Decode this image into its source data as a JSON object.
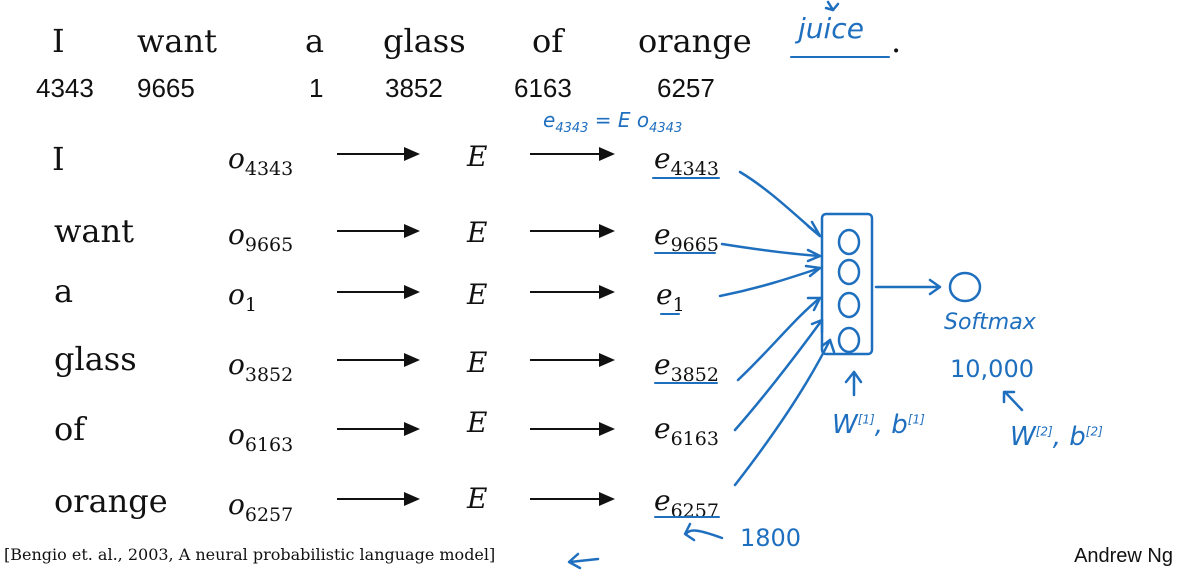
{
  "sentence": {
    "words": [
      "I",
      "want",
      "a",
      "glass",
      "of",
      "orange"
    ],
    "target": "juice",
    "end_punct": ".",
    "ids": [
      "4343",
      "9665",
      "1",
      "3852",
      "6163",
      "6257"
    ]
  },
  "annotation_top": {
    "left": "e",
    "left_sub": "4343",
    "eq": "=",
    "right": "E",
    "right_o": "o",
    "right_sub": "4343"
  },
  "rows": [
    {
      "word": "I",
      "o": "o",
      "o_sub": "4343",
      "E": "E",
      "e": "e",
      "e_sub": "4343"
    },
    {
      "word": "want",
      "o": "o",
      "o_sub": "9665",
      "E": "E",
      "e": "e",
      "e_sub": "9665"
    },
    {
      "word": "a",
      "o": "o",
      "o_sub": "1",
      "E": "E",
      "e": "e",
      "e_sub": "1"
    },
    {
      "word": "glass",
      "o": "o",
      "o_sub": "3852",
      "E": "E",
      "e": "e",
      "e_sub": "3852"
    },
    {
      "word": "of",
      "o": "o",
      "o_sub": "6163",
      "E": "E",
      "e": "e",
      "e_sub": "6163"
    },
    {
      "word": "orange",
      "o": "o",
      "o_sub": "6257",
      "E": "E",
      "e": "e",
      "e_sub": "6257"
    }
  ],
  "hand_notes": {
    "softmax": "Softmax",
    "vocab_size": "10,000",
    "w1": "W",
    "w1_sup": "[1]",
    "b1": "b",
    "b1_sup": "[1]",
    "w2": "W",
    "w2_sup": "[2]",
    "b2": "b",
    "b2_sup": "[2]",
    "dim": "1800"
  },
  "citation": "[Bengio et. al., 2003, A neural probabilistic language model]",
  "author": "Andrew Ng",
  "colors": {
    "ink": "#111111",
    "pen": "#1f6fbf",
    "background": "#ffffff"
  }
}
